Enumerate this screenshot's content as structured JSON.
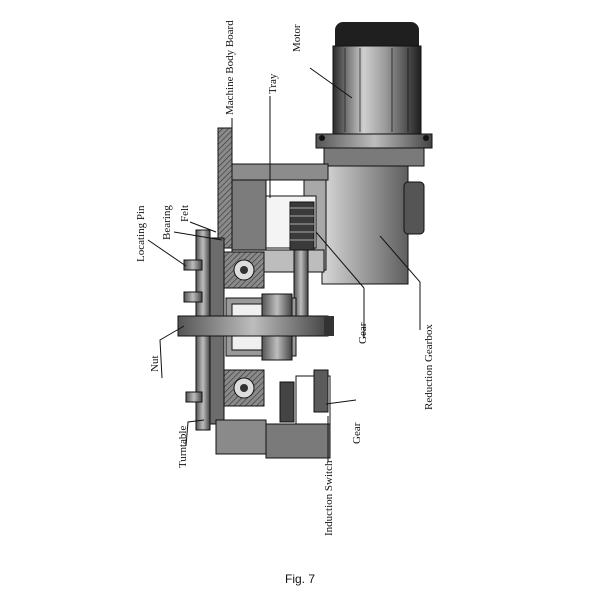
{
  "labels": {
    "machine_body_board": "Machine Body Board",
    "tray": "Tray",
    "motor": "Motor",
    "locating_pin": "Locating Pin",
    "felt": "Felt",
    "bearing": "Bearing",
    "nut": "Nut",
    "gear_upper": "Gear",
    "reduction_gearbox": "Reduction Gearbox",
    "turntable": "Turntable",
    "induction_switch": "Induction Switch",
    "gear_lower": "Gear"
  },
  "caption": "Fig. 7"
}
